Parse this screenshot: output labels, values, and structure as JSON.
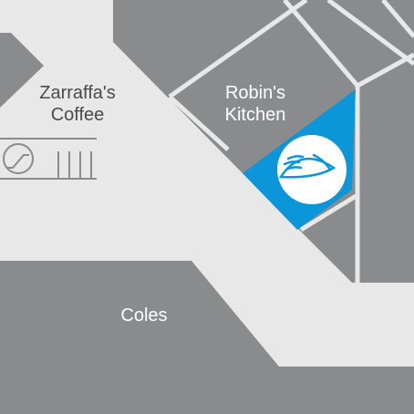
{
  "map": {
    "colors": {
      "walkway": "#e8e8e8",
      "store": "#8a8b8d",
      "store_outline": "#ffffff",
      "highlight": "#0a96d8",
      "marker_fill": "#ffffff",
      "marker_icon": "#0a96d8",
      "escalator": "#8a8b8d"
    },
    "stores": [
      {
        "name_line1": "Zarraffa's",
        "name_line2": "Coffee"
      },
      {
        "name_line1": "Robin's",
        "name_line2": "Kitchen"
      },
      {
        "name_line1": "Coles",
        "name_line2": ""
      }
    ],
    "highlighted_store_index": 1,
    "marker_icon": "seashell-icon",
    "escalator_icon": "escalator-icon"
  }
}
